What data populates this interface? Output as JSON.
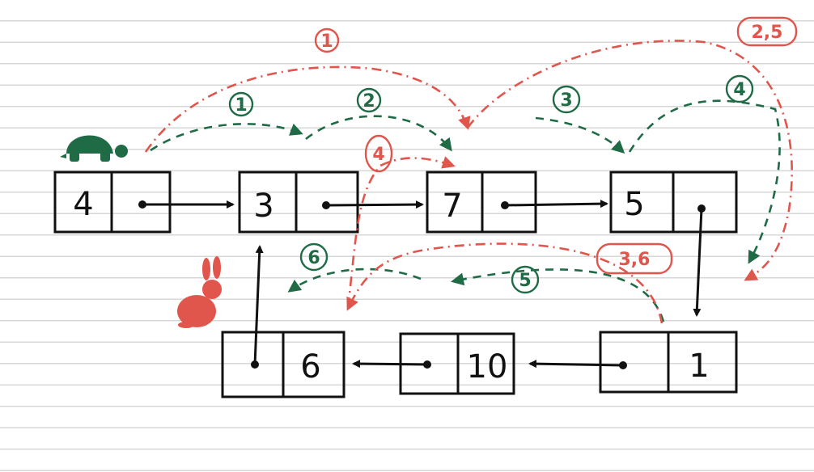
{
  "colors": {
    "ink": "#111111",
    "slow": "#1e6b45",
    "fast": "#e0554c"
  },
  "icons": {
    "tortoise": "tortoise-icon",
    "hare": "rabbit-icon"
  },
  "nodes": [
    {
      "value": "4"
    },
    {
      "value": "3"
    },
    {
      "value": "7"
    },
    {
      "value": "5"
    },
    {
      "value": "1"
    },
    {
      "value": "10"
    },
    {
      "value": "6"
    }
  ],
  "steps": {
    "slow": [
      "1",
      "2",
      "3",
      "4",
      "5",
      "6"
    ],
    "fast": [
      "1",
      "2,5",
      "3,6",
      "4"
    ]
  }
}
